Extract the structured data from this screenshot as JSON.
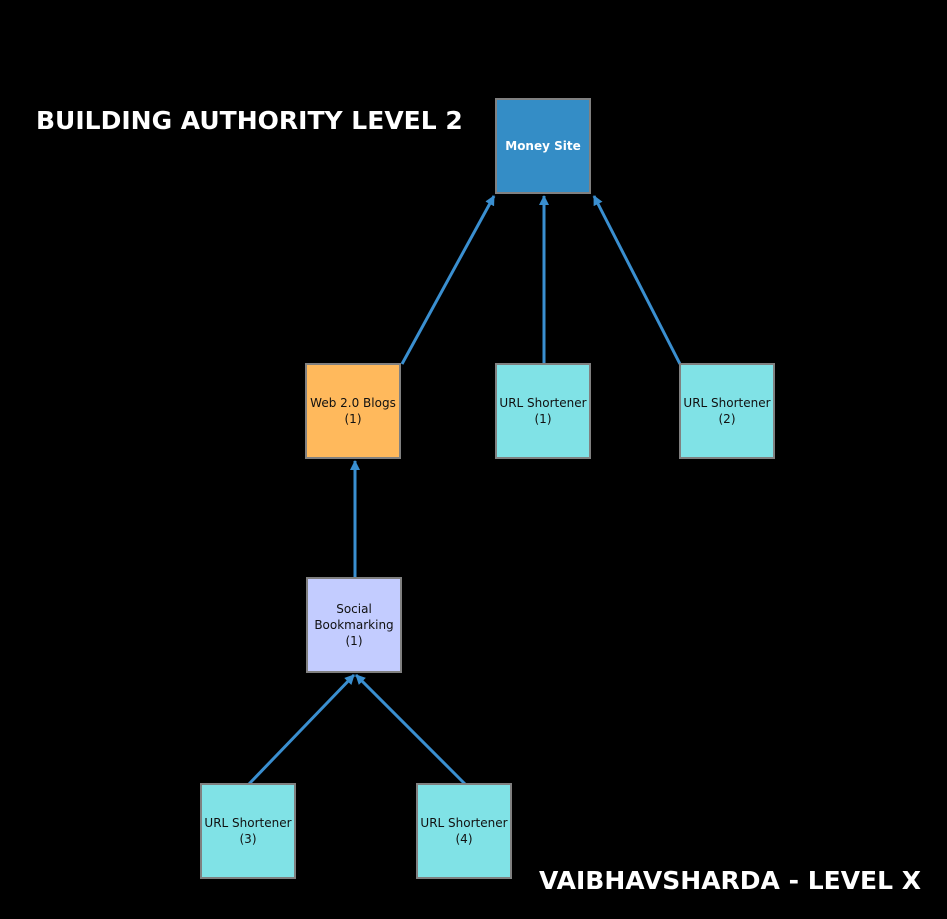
{
  "title": "BUILDING AUTHORITY LEVEL 2",
  "footer": "VAIBHAVSHARDA - LEVEL X",
  "colors": {
    "edge": "#3a8fd0",
    "money": "#348dc6",
    "web": "#ffb95c",
    "url": "#80e2e6",
    "social": "#c3ccff",
    "border": "#808080"
  },
  "nodes": {
    "money": {
      "line1": "Money Site"
    },
    "web": {
      "line1": "Web 2.0 Blogs",
      "line2": "(1)"
    },
    "url1": {
      "line1": "URL Shortener",
      "line2": "(1)"
    },
    "url2": {
      "line1": "URL Shortener",
      "line2": "(2)"
    },
    "social": {
      "line1": "Social",
      "line2": "Bookmarking",
      "line3": "(1)"
    },
    "url3": {
      "line1": "URL Shortener",
      "line2": "(3)"
    },
    "url4": {
      "line1": "URL Shortener",
      "line2": "(4)"
    }
  },
  "edges": [
    [
      "web",
      "money"
    ],
    [
      "url1",
      "money"
    ],
    [
      "url2",
      "money"
    ],
    [
      "social",
      "web"
    ],
    [
      "url3",
      "social"
    ],
    [
      "url4",
      "social"
    ]
  ]
}
